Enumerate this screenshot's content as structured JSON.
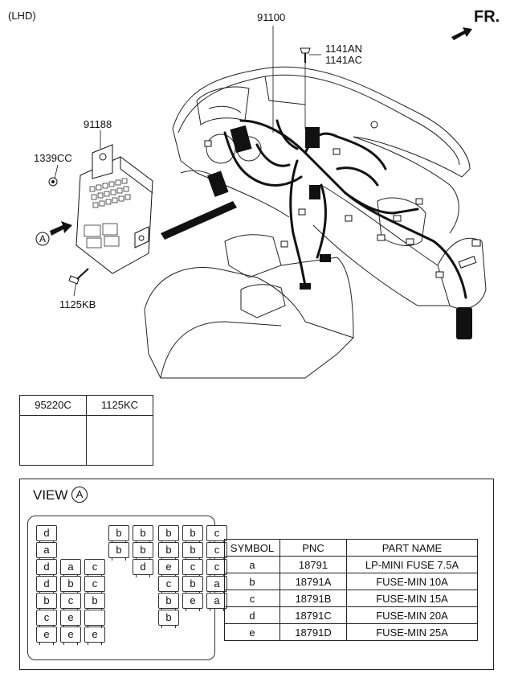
{
  "header": {
    "variant": "(LHD)",
    "direction": "FR."
  },
  "callouts": {
    "harness": "91100",
    "bolt_top_1": "1141AN",
    "bolt_top_2": "1141AC",
    "junction_box": "91188",
    "clip": "1339CC",
    "view_marker": "A",
    "bolt_bottom": "1125KB"
  },
  "parts_box": {
    "col1": "95220C",
    "col2": "1125KC",
    "col1_icon": "relay-icon",
    "col2_icon": "bolt-icon"
  },
  "view": {
    "title": "VIEW",
    "marker": "A",
    "fuses": [
      "d",
      "b",
      "b",
      "b",
      "b",
      "c",
      "a",
      "b",
      "b",
      "b",
      "b",
      "c",
      "d",
      "a",
      "c",
      "d",
      "e",
      "c",
      "c",
      "d",
      "b",
      "c",
      "c",
      "b",
      "a",
      "b",
      "c",
      "b",
      "b",
      "e",
      "a",
      "c",
      "e",
      "b",
      "e",
      "e",
      "e"
    ]
  },
  "legend": {
    "headers": [
      "SYMBOL",
      "PNC",
      "PART NAME"
    ],
    "rows": [
      [
        "a",
        "18791",
        "LP-MINI FUSE 7.5A"
      ],
      [
        "b",
        "18791A",
        "FUSE-MIN 10A"
      ],
      [
        "c",
        "18791B",
        "FUSE-MIN 15A"
      ],
      [
        "d",
        "18791C",
        "FUSE-MIN 20A"
      ],
      [
        "e",
        "18791D",
        "FUSE-MIN 25A"
      ]
    ]
  }
}
